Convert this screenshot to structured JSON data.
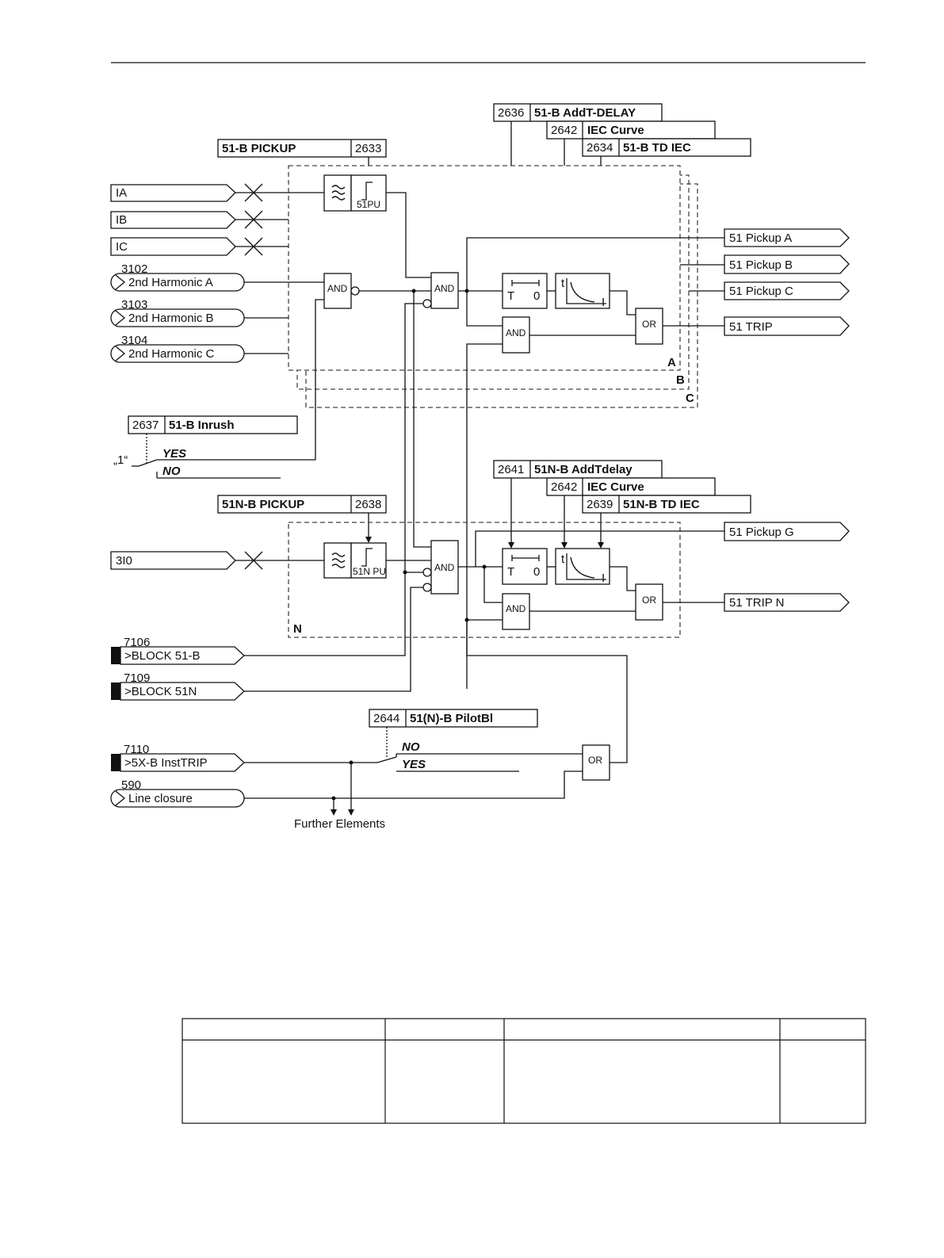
{
  "settings": {
    "b_pickup": {
      "label": "51-B PICKUP",
      "addr": "2633"
    },
    "b_addt": {
      "addr": "2636",
      "label": "51-B AddT-DELAY"
    },
    "iec_curve_top": {
      "addr": "2642",
      "label": "IEC Curve"
    },
    "b_td": {
      "addr": "2634",
      "label": "51-B TD IEC"
    },
    "inrush": {
      "addr": "2637",
      "label": "51-B Inrush",
      "const": "„1“",
      "opt_yes": "YES",
      "opt_no": "NO"
    },
    "n_pickup": {
      "label": "51N-B PICKUP",
      "addr": "2638"
    },
    "n_addt": {
      "addr": "2641",
      "label": "51N-B AddTdelay"
    },
    "iec_curve_n": {
      "addr": "2642",
      "label": "IEC Curve"
    },
    "n_td": {
      "addr": "2639",
      "label": "51N-B TD IEC"
    },
    "pilot": {
      "addr": "2644",
      "label": "51(N)-B PilotBl",
      "opt_no": "NO",
      "opt_yes": "YES"
    }
  },
  "inputs": {
    "ia": "IA",
    "ib": "IB",
    "ic": "IC",
    "i0": "3I0",
    "h2a": {
      "num": "3102",
      "label": "2nd Harmonic A"
    },
    "h2b": {
      "num": "3103",
      "label": "2nd Harmonic B"
    },
    "h2c": {
      "num": "3104",
      "label": "2nd Harmonic C"
    },
    "block51": {
      "num": "7106",
      "label": ">BLOCK 51-B"
    },
    "block51n": {
      "num": "7109",
      "label": ">BLOCK 51N"
    },
    "insttrip": {
      "num": "7110",
      "label": ">5X-B InstTRIP"
    },
    "lineclosure": {
      "num": "590",
      "label": "Line closure"
    }
  },
  "outputs": {
    "pu_a": "51 Pickup A",
    "pu_b": "51 Pickup B",
    "pu_c": "51 Pickup C",
    "trip": "51 TRIP",
    "pu_g": "51 Pickup G",
    "trip_n": "51 TRIP N"
  },
  "blocks": {
    "and": "AND",
    "or": "OR",
    "pu_label": "51PU",
    "npu_label": "51N PU",
    "timer_t": "T",
    "timer_0": "0",
    "curve_t": "t",
    "curve_i": "I"
  },
  "phase_tags": {
    "a": "A",
    "b": "B",
    "c": "C",
    "n": "N"
  },
  "further": "Further Elements"
}
